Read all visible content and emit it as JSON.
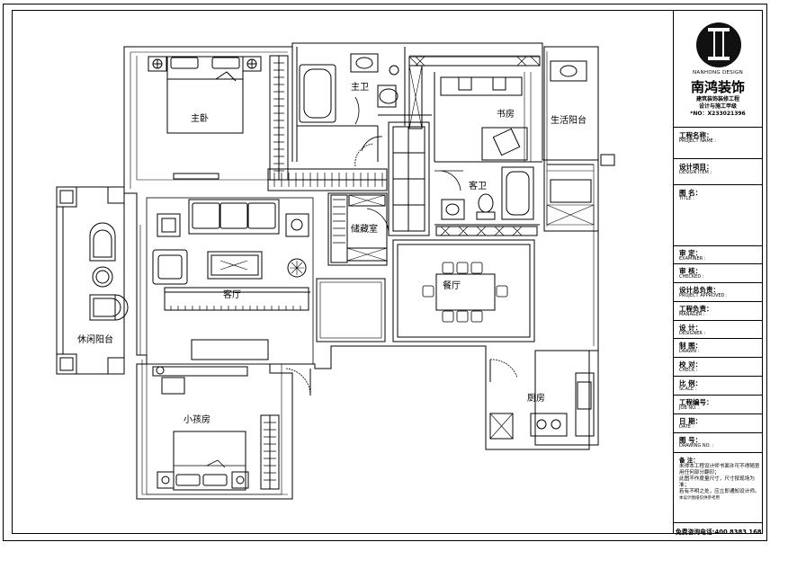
{
  "rooms": {
    "master_bedroom": "主卧",
    "master_bath": "主卫",
    "study": "书房",
    "service_balcony": "生活阳台",
    "guest_bath": "客卫",
    "storage": "储藏室",
    "living_room": "客厅",
    "dining_room": "餐厅",
    "leisure_balcony": "休闲阳台",
    "kids_room": "小孩房",
    "kitchen": "厨房"
  },
  "title_block": {
    "brand_en": "NANHONG DESIGN",
    "brand_cn": "南鸿装饰",
    "subtitle1": "建筑装饰装修工程",
    "subtitle2": "设计与施工甲级",
    "cert_no": "*NO：X233021396",
    "fields": [
      {
        "cn": "工程名称：",
        "en": "PROJECT NAME :"
      },
      {
        "cn": "设计项目：",
        "en": "DESIGN ITEM :"
      },
      {
        "cn": "图 名：",
        "en": "TITLE :"
      },
      {
        "cn": "审 定：",
        "en": "EXAMINER :"
      },
      {
        "cn": "审 核：",
        "en": "CHECKED :"
      },
      {
        "cn": "设计总负责：",
        "en": "PROJECT APPROVED :"
      },
      {
        "cn": "工程负责：",
        "en": "MANAGER :"
      },
      {
        "cn": "设 计：",
        "en": "DESIGNER :"
      },
      {
        "cn": "制 图：",
        "en": "DRAWN :"
      },
      {
        "cn": "校 对：",
        "en": "CHECK :"
      },
      {
        "cn": "比 例：",
        "en": "SCALE :"
      },
      {
        "cn": "工程编号：",
        "en": "JOB NO. :"
      },
      {
        "cn": "日 期：",
        "en": "DATE :"
      },
      {
        "cn": "图 号：",
        "en": "DRAWING NO. :"
      }
    ],
    "notes_title": "备 注：",
    "notes": [
      "未得本工程设计师书面许可不得随意用任何部分翻印；",
      "此图不作度量尺寸，尺寸按现场为准；",
      "若有不明之处，应立即通知设计师。",
      "本设计图纸仅供参考用"
    ],
    "hotline": "免费咨询电话:400 8383 168"
  }
}
